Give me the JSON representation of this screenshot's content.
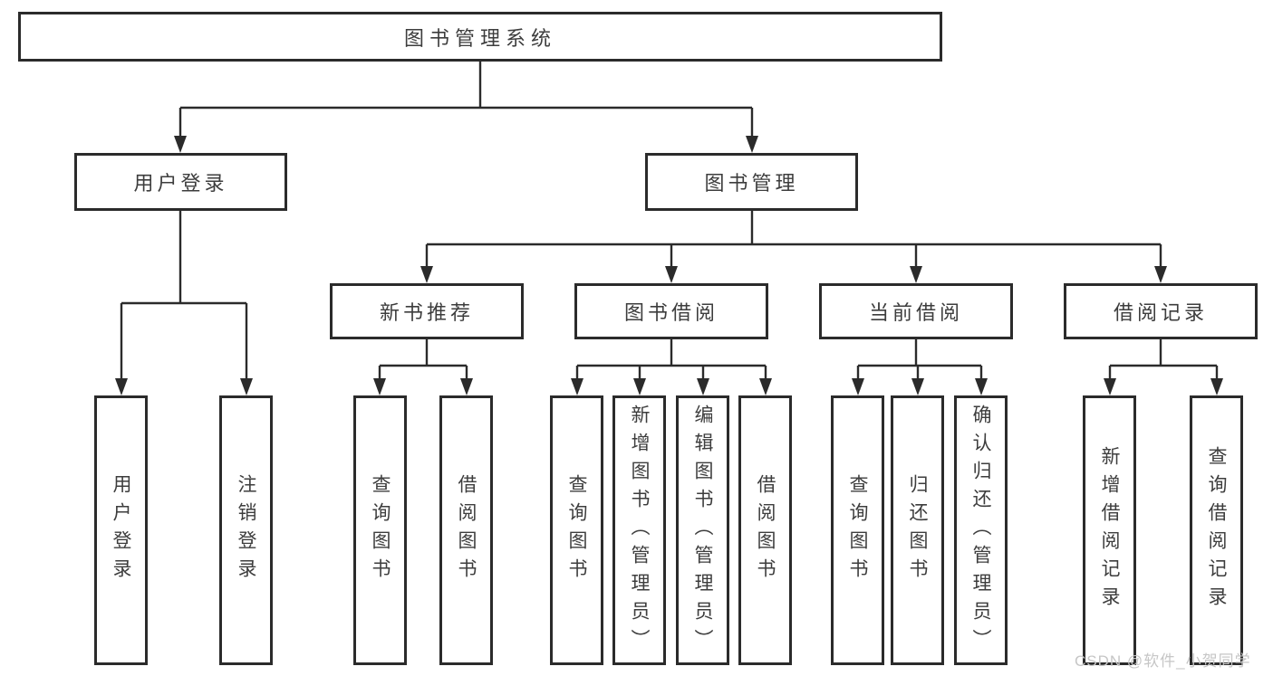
{
  "tree": {
    "label": "图书管理系统",
    "children": [
      {
        "label": "用户登录",
        "children": [
          {
            "label": "用户登录"
          },
          {
            "label": "注销登录"
          }
        ]
      },
      {
        "label": "图书管理",
        "children": [
          {
            "label": "新书推荐",
            "children": [
              {
                "label": "查询图书"
              },
              {
                "label": "借阅图书"
              }
            ]
          },
          {
            "label": "图书借阅",
            "children": [
              {
                "label": "查询图书"
              },
              {
                "label": "新增图书（管理员）"
              },
              {
                "label": "编辑图书（管理员）"
              },
              {
                "label": "借阅图书"
              }
            ]
          },
          {
            "label": "当前借阅",
            "children": [
              {
                "label": "查询图书"
              },
              {
                "label": "归还图书"
              },
              {
                "label": "确认归还（管理员）"
              }
            ]
          },
          {
            "label": "借阅记录",
            "children": [
              {
                "label": "新增借阅记录"
              },
              {
                "label": "查询借阅记录"
              }
            ]
          }
        ]
      }
    ]
  },
  "watermark": {
    "text": "CSDN @软件_小贺同学"
  },
  "colors": {
    "background": "#ffffff",
    "line": "#2b2b2b",
    "box_border": "#2b2b2b",
    "text": "#3d3d3d",
    "watermark": "#c6c6c6"
  }
}
